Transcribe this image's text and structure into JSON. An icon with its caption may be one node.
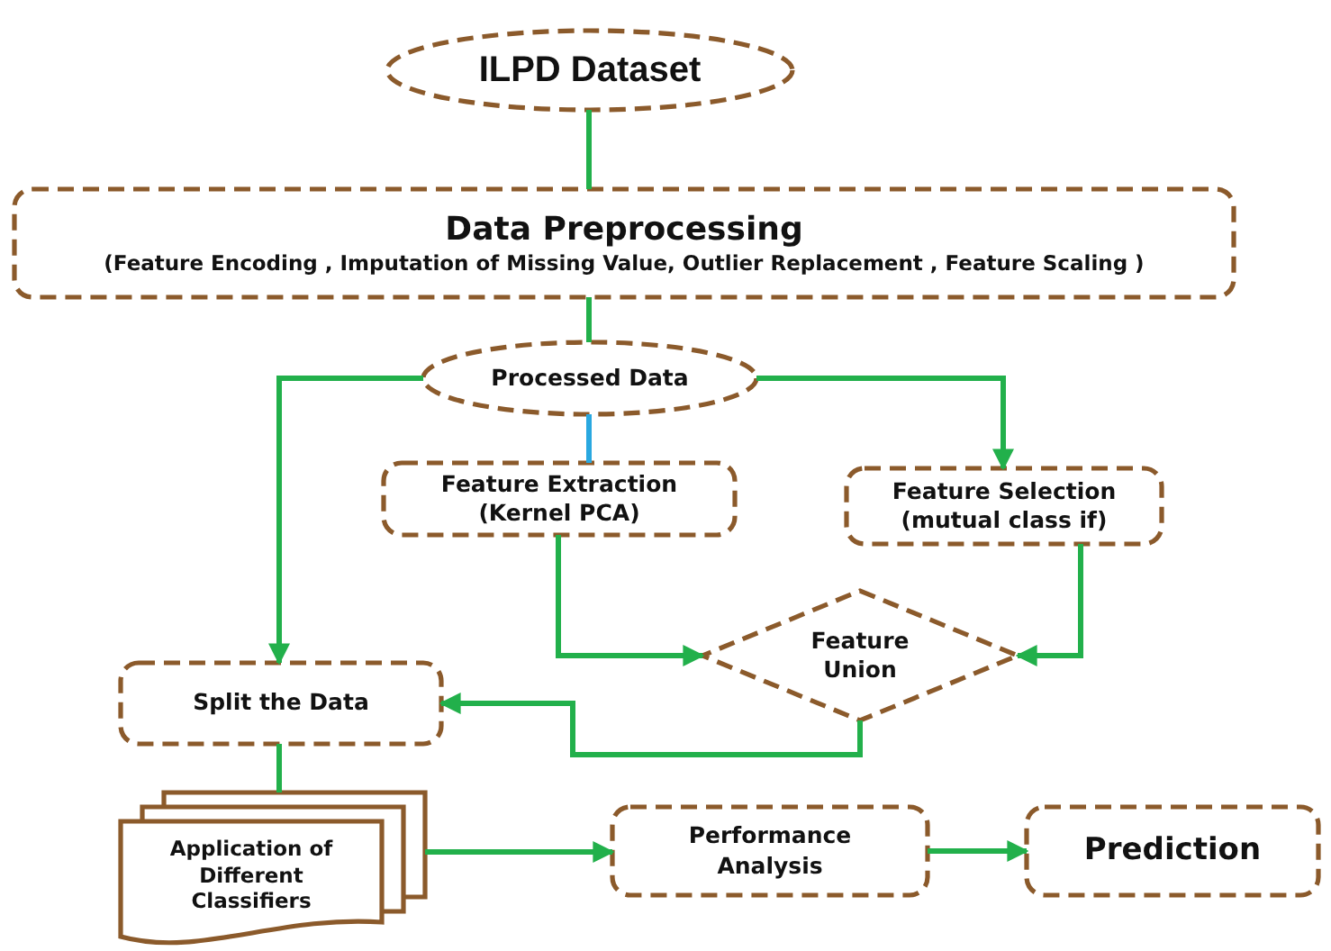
{
  "diagram": {
    "nodes": [
      {
        "text": [
          "ILPD Dataset"
        ]
      },
      {
        "text": [
          "Data Preprocessing",
          "(Feature Encoding , Imputation of Missing Value, Outlier Replacement , Feature Scaling )"
        ]
      },
      {
        "text": [
          "Processed Data"
        ]
      },
      {
        "text": [
          "Feature Extraction (Kernel PCA)"
        ]
      },
      {
        "text": [
          "Feature Selection (mutual class if)"
        ]
      },
      {
        "text": [
          "Feature Union"
        ]
      },
      {
        "text": [
          "Split the Data"
        ]
      },
      {
        "text": [
          "Application of Different Classifiers"
        ]
      },
      {
        "text": [
          "Performance Analysis"
        ]
      },
      {
        "text": [
          "Prediction"
        ]
      }
    ],
    "edges": [
      {
        "from": 0,
        "to": 1,
        "arrow": "none"
      },
      {
        "from": 1,
        "to": 2,
        "arrow": "none"
      },
      {
        "from": 2,
        "to": 3,
        "arrow": "none",
        "color": "#29a8e0"
      },
      {
        "from": 2,
        "to": 4,
        "arrow": "to"
      },
      {
        "from": 2,
        "to": 6,
        "arrow": "to"
      },
      {
        "from": 3,
        "to": 5,
        "arrow": "to"
      },
      {
        "from": 4,
        "to": 5,
        "arrow": "to"
      },
      {
        "from": 5,
        "to": 6,
        "arrow": "to"
      },
      {
        "from": 6,
        "to": 7,
        "arrow": "none"
      },
      {
        "from": 7,
        "to": 8,
        "arrow": "to"
      },
      {
        "from": 8,
        "to": 9,
        "arrow": "to"
      }
    ]
  }
}
